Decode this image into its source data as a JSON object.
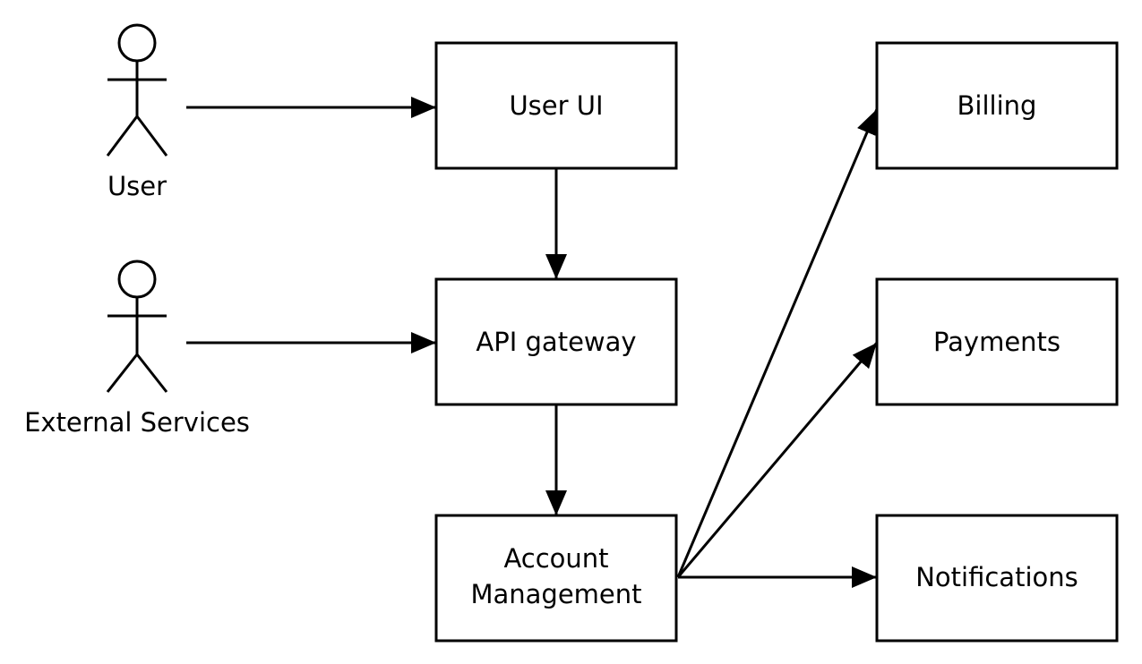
{
  "colors": {
    "stroke": "#000000",
    "background": "#ffffff"
  },
  "actors": {
    "user": {
      "label": "User"
    },
    "external": {
      "label": "External Services"
    }
  },
  "nodes": {
    "user_ui": {
      "label": "User UI"
    },
    "api_gateway": {
      "label": "API gateway"
    },
    "account_management": {
      "label_lines": [
        "Account",
        "Management"
      ]
    },
    "billing": {
      "label": "Billing"
    },
    "payments": {
      "label": "Payments"
    },
    "notifications": {
      "label": "Notifications"
    }
  },
  "edges": [
    {
      "from": "User",
      "to": "User UI"
    },
    {
      "from": "External Services",
      "to": "API gateway"
    },
    {
      "from": "User UI",
      "to": "API gateway"
    },
    {
      "from": "API gateway",
      "to": "Account Management"
    },
    {
      "from": "Account Management",
      "to": "Billing"
    },
    {
      "from": "Account Management",
      "to": "Payments"
    },
    {
      "from": "Account Management",
      "to": "Notifications"
    }
  ]
}
